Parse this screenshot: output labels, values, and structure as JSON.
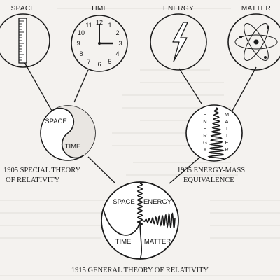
{
  "top": {
    "space": "SPACE",
    "time": "TIME",
    "energy": "ENERGY",
    "matter": "MATTER"
  },
  "clock_numbers": [
    "12",
    "1",
    "2",
    "3",
    "4",
    "5",
    "6",
    "7",
    "8",
    "9",
    "10",
    "11"
  ],
  "special": {
    "space": "SPACE",
    "time": "TIME",
    "caption_line1": "1905 SPECIAL THEORY",
    "caption_line2": "OF RELATIVITY"
  },
  "equivalence": {
    "energy_letters": [
      "E",
      "N",
      "E",
      "R",
      "G",
      "Y"
    ],
    "matter_letters": [
      "M",
      "A",
      "T",
      "T",
      "E",
      "R"
    ],
    "caption_line1": "1905 ENERGY-MASS",
    "caption_line2": "EQUIVALENCE"
  },
  "general": {
    "space": "SPACE",
    "energy": "ENERGY",
    "time": "TIME",
    "matter": "MATTER",
    "caption": "1915 GENERAL THEORY OF RELATIVITY"
  },
  "icons": [
    "ruler-icon",
    "clock-icon",
    "lightning-bolt-icon",
    "atom-icon"
  ]
}
